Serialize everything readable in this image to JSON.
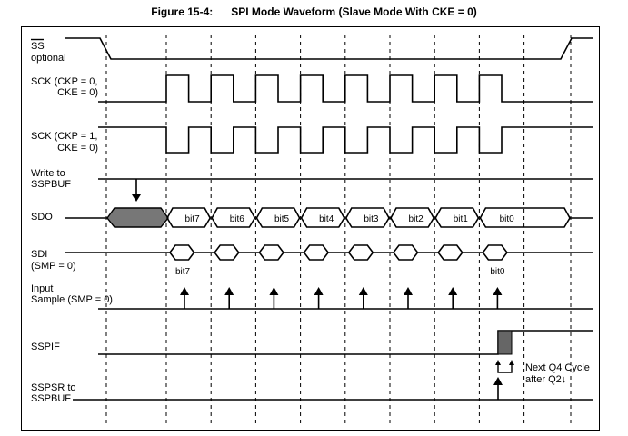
{
  "figure": {
    "title": "Figure 15-4:      SPI Mode Waveform (Slave Mode With CKE = 0)"
  },
  "signals": {
    "ss": {
      "line1": "SS",
      "line2": "optional"
    },
    "sck0": {
      "line1": "SCK (CKP = 0,",
      "line2": "CKE = 0)"
    },
    "sck1": {
      "line1": "SCK (CKP = 1,",
      "line2": "CKE = 0)"
    },
    "write": {
      "line1": "Write to",
      "line2": "SSPBUF"
    },
    "sdo": {
      "line1": "SDO"
    },
    "sdi": {
      "line1": "SDI",
      "line2": "(SMP = 0)"
    },
    "input": {
      "line1": "Input",
      "line2": "Sample (SMP = 0)"
    },
    "sspif": {
      "line1": "SSPIF"
    },
    "sspsr": {
      "line1": "SSPSR to",
      "line2": "SSPBUF"
    }
  },
  "sdo_bits": [
    "bit7",
    "bit6",
    "bit5",
    "bit4",
    "bit3",
    "bit2",
    "bit1",
    "bit0"
  ],
  "sdi_labels": {
    "first": "bit7",
    "last": "bit0"
  },
  "annotation": {
    "line1": "Next Q4 Cycle",
    "line2": "after Q2↓"
  },
  "colors": {
    "shaded_region": "#777777",
    "sspif_pulse": "#666666"
  }
}
